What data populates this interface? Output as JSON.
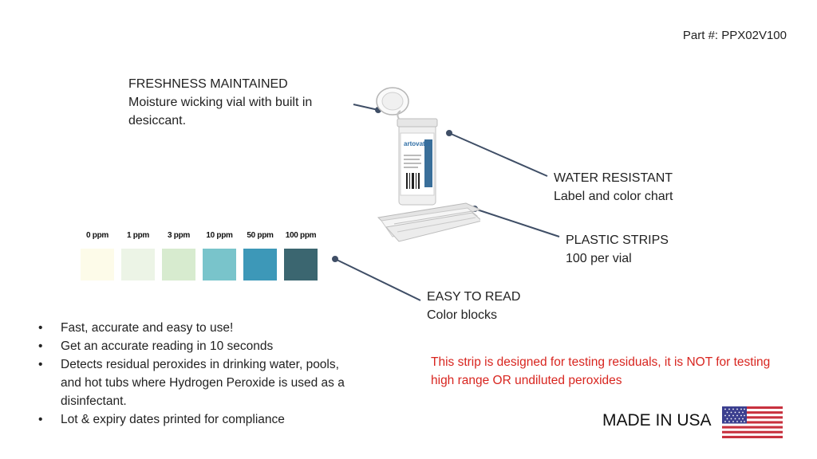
{
  "part_number": "Part #: PPX02V100",
  "callouts": {
    "freshness": {
      "title": "FRESHNESS MAINTAINED",
      "body": "Moisture wicking vial with built in desiccant."
    },
    "water": {
      "title": "WATER RESISTANT",
      "body": "Label and color chart"
    },
    "plastic": {
      "title": "PLASTIC STRIPS",
      "body": "100 per vial"
    },
    "easy": {
      "title": "EASY TO READ",
      "body": "Color blocks"
    }
  },
  "color_chart": [
    {
      "label": "0 ppm",
      "color": "#fdfbe9"
    },
    {
      "label": "1 ppm",
      "color": "#ecf4e6"
    },
    {
      "label": "3 ppm",
      "color": "#d7ebcf"
    },
    {
      "label": "10 ppm",
      "color": "#79c4cb"
    },
    {
      "label": "50 ppm",
      "color": "#3d98b8"
    },
    {
      "label": "100 ppm",
      "color": "#3b6670"
    }
  ],
  "bullets": [
    "Fast, accurate and easy to use!",
    "Get an accurate reading in 10 seconds",
    "Detects residual peroxides in drinking water, pools, and hot tubs where Hydrogen Peroxide is used as a disinfectant.",
    "Lot & expiry dates printed for compliance"
  ],
  "notice": "This strip is designed for testing residuals, it is NOT for testing high range OR undiluted peroxides",
  "made_in": "MADE IN USA",
  "vial_label_text": "artovatio",
  "colors": {
    "notice": "#d8251f",
    "line": "#3f4e66"
  }
}
